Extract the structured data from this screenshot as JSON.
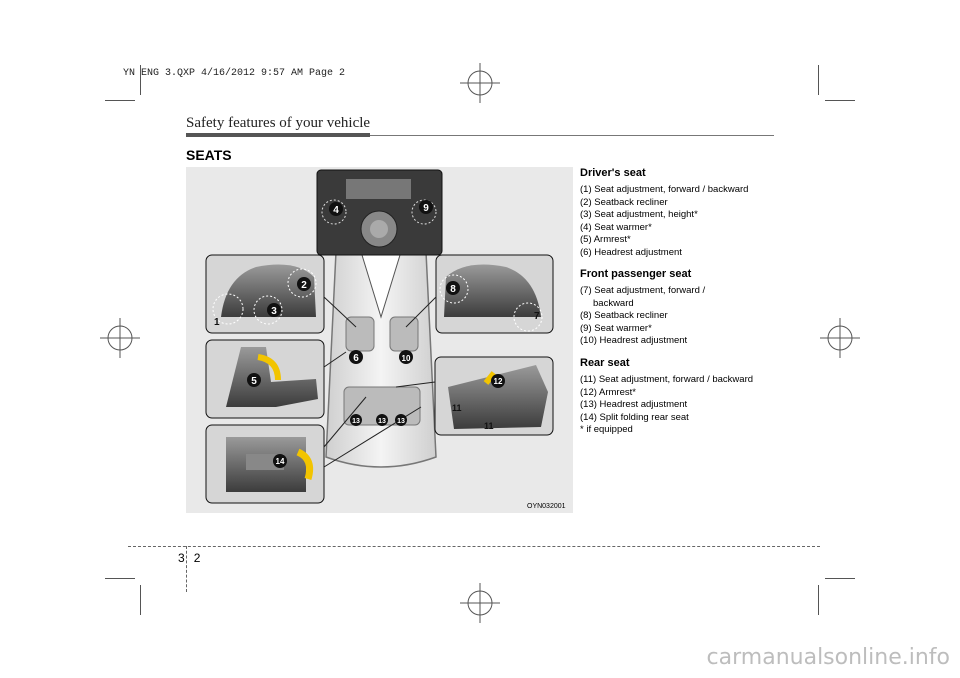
{
  "slug": "YN ENG 3.QXP  4/16/2012  9:57 AM  Page 2",
  "header": {
    "title": "Safety features of your vehicle"
  },
  "section": {
    "title": "SEATS"
  },
  "figure": {
    "code": "OYN032001",
    "callouts": [
      "1",
      "2",
      "3",
      "4",
      "5",
      "6",
      "7",
      "8",
      "9",
      "10",
      "11",
      "11",
      "12",
      "13",
      "13",
      "13",
      "14"
    ]
  },
  "drivers_seat": {
    "heading": "Driver's seat",
    "items": [
      "(1) Seat adjustment, forward / backward",
      "(2) Seatback recliner",
      "(3) Seat adjustment, height*",
      "(4) Seat warmer*",
      "(5) Armrest*",
      "(6) Headrest adjustment"
    ]
  },
  "front_passenger_seat": {
    "heading": "Front passenger seat",
    "items": [
      "(7) Seat adjustment, forward /",
      "backward",
      "(8) Seatback recliner",
      "(9) Seat warmer*",
      "(10) Headrest adjustment"
    ]
  },
  "rear_seat": {
    "heading": "Rear seat",
    "items": [
      "(11) Seat adjustment, forward / backward",
      "(12) Armrest*",
      "(13) Headrest adjustment",
      "(14) Split folding rear seat",
      "* if equipped"
    ]
  },
  "footer": {
    "chapter": "3",
    "page": "2"
  },
  "watermark": "carmanualsonline.info"
}
